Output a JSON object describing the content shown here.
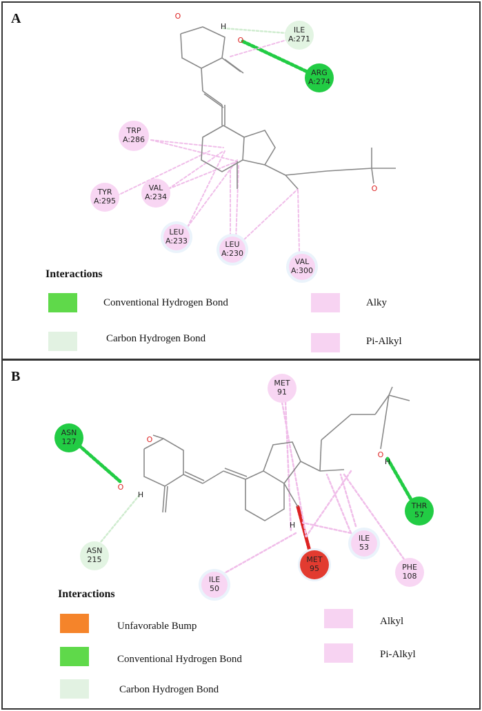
{
  "panels": [
    {
      "letter": "A",
      "residues": [
        {
          "name": "ILE",
          "id": "A:271",
          "kind": "carbon-h"
        },
        {
          "name": "ARG",
          "id": "A:274",
          "kind": "conventional-h"
        },
        {
          "name": "TRP",
          "id": "A:286",
          "kind": "alkyl"
        },
        {
          "name": "TYR",
          "id": "A:295",
          "kind": "alkyl"
        },
        {
          "name": "VAL",
          "id": "A:234",
          "kind": "alkyl"
        },
        {
          "name": "LEU",
          "id": "A:233",
          "kind": "alkyl"
        },
        {
          "name": "LEU",
          "id": "A:230",
          "kind": "alkyl"
        },
        {
          "name": "VAL",
          "id": "A:300",
          "kind": "alkyl"
        }
      ],
      "atoms": [
        "O",
        "O",
        "H",
        "O"
      ],
      "legend": {
        "title": "Interactions",
        "items": [
          {
            "label": "Conventional Hydrogen Bond",
            "color": "#5fd94a"
          },
          {
            "label": "Carbon Hydrogen Bond",
            "color": "#e2f2e2"
          },
          {
            "label": "Alky",
            "color": "#f7d3f2"
          },
          {
            "label": "Pi-Alkyl",
            "color": "#f7d3f2"
          }
        ]
      }
    },
    {
      "letter": "B",
      "residues": [
        {
          "name": "MET",
          "id": "91",
          "kind": "alkyl"
        },
        {
          "name": "ASN",
          "id": "127",
          "kind": "conventional-h"
        },
        {
          "name": "THR",
          "id": "57",
          "kind": "conventional-h"
        },
        {
          "name": "ASN",
          "id": "215",
          "kind": "carbon-h"
        },
        {
          "name": "MET",
          "id": "95",
          "kind": "bump"
        },
        {
          "name": "ILE",
          "id": "53",
          "kind": "alkyl"
        },
        {
          "name": "PHE",
          "id": "108",
          "kind": "alkyl"
        },
        {
          "name": "ILE",
          "id": "50",
          "kind": "alkyl"
        }
      ],
      "atoms": [
        "O",
        "O",
        "H",
        "O",
        "H",
        "H"
      ],
      "legend": {
        "title": "Interactions",
        "items": [
          {
            "label": "Unfavorable Bump",
            "color": "#f5842a"
          },
          {
            "label": "Conventional Hydrogen Bond",
            "color": "#5fd94a"
          },
          {
            "label": "Carbon Hydrogen Bond",
            "color": "#e2f2e2"
          },
          {
            "label": "Alkyl",
            "color": "#f7d3f2"
          },
          {
            "label": "Pi-Alkyl",
            "color": "#f7d3f2"
          }
        ]
      }
    }
  ],
  "colors": {
    "conventional_h": "#22cc44",
    "carbon_h": "#cfeccf",
    "alkyl": "#f0bde9",
    "bump": "#e22222",
    "bond": "#888888",
    "oxygen": "#dd2222"
  }
}
